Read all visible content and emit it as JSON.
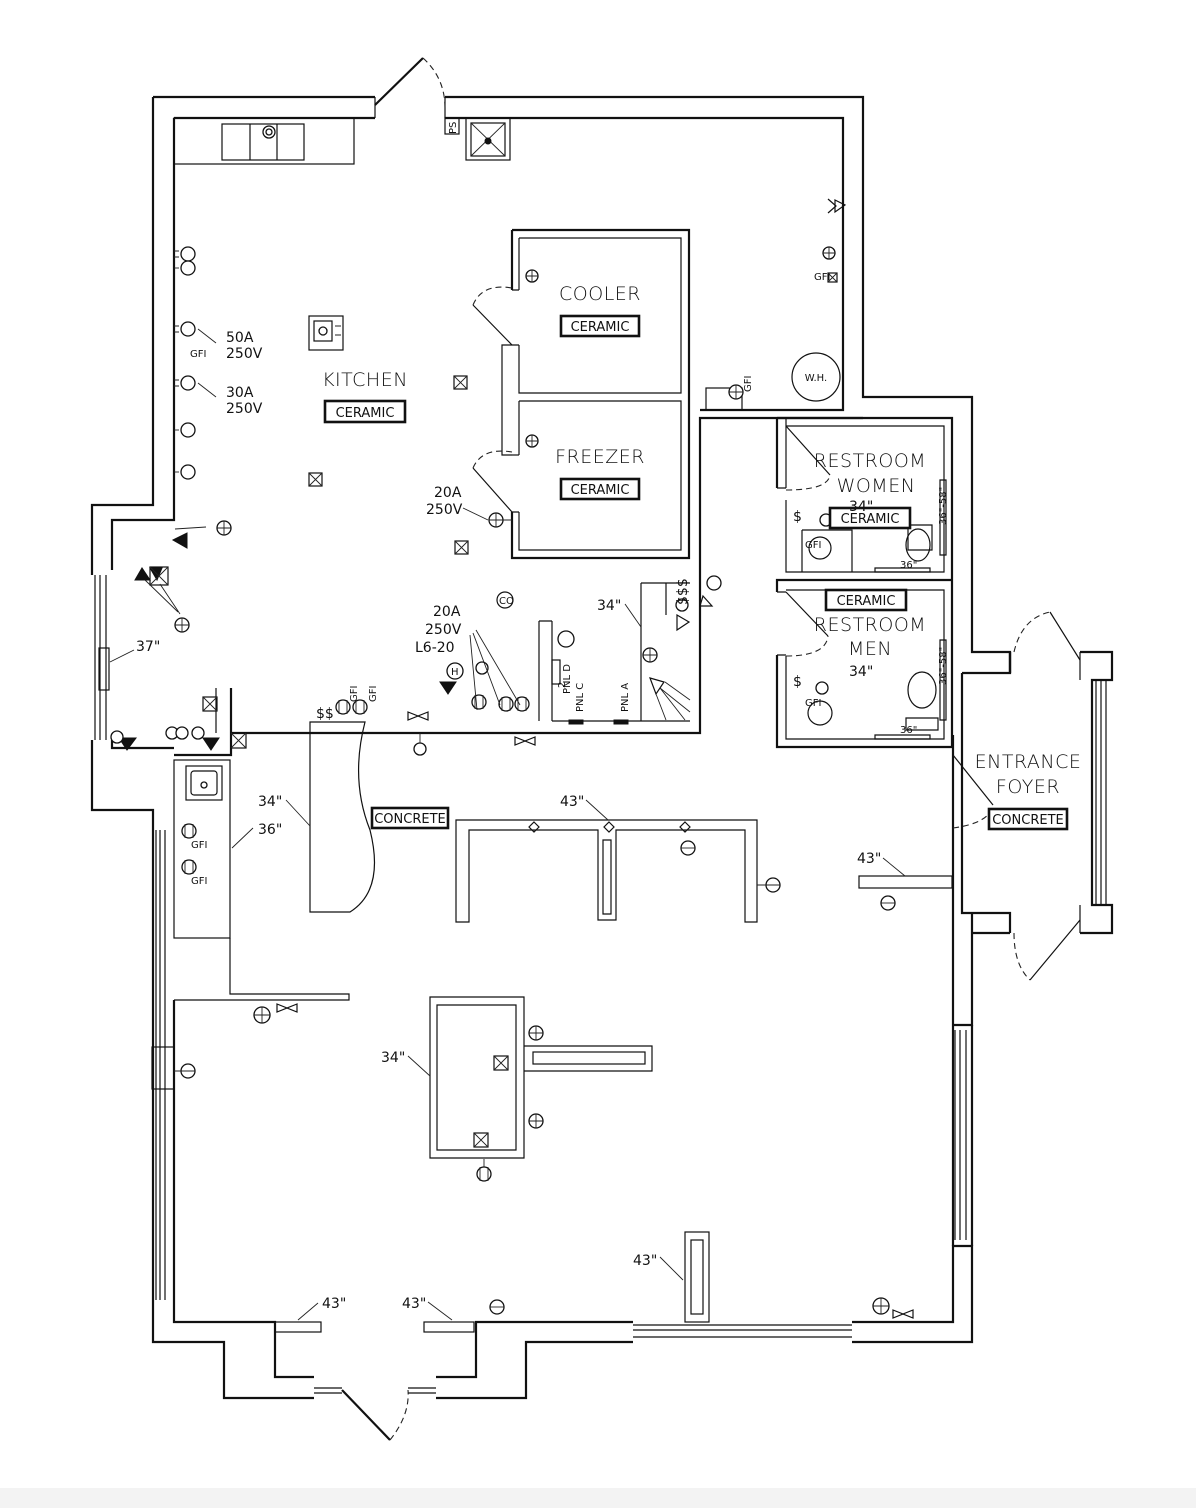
{
  "rooms": {
    "kitchen": "KITCHEN",
    "cooler": "COOLER",
    "freezer": "FREEZER",
    "restroom_women_1": "RESTROOM",
    "restroom_women_2": "WOMEN",
    "restroom_men_1": "RESTROOM",
    "restroom_men_2": "MEN",
    "entrance_1": "ENTRANCE",
    "entrance_2": "FOYER"
  },
  "finishes": {
    "kitchen": "CERAMIC",
    "cooler": "CERAMIC",
    "freezer": "CERAMIC",
    "women": "CERAMIC",
    "men": "CERAMIC",
    "dining": "CONCRETE",
    "foyer": "CONCRETE"
  },
  "electrical": {
    "k50a": "50A",
    "k50v": "250V",
    "k30a": "30A",
    "k30v": "250V",
    "f20a": "20A",
    "f20v": "250V",
    "p20a": "20A",
    "p20v": "250V",
    "p_l620": "L6-20",
    "gfi": "GFI",
    "pnl_d": "PNL D",
    "pnl_c": "PNL C",
    "pnl_a": "PNL A",
    "pnl_2": "2",
    "wh": "W.H.",
    "ps": "PS",
    "co": "CO",
    "sw": "$",
    "sw_multi": "$$",
    "sw_stack": "$$$",
    "h": "H"
  },
  "dimensions": {
    "d37": "37\"",
    "d34_panel": "34\"",
    "d34_counter": "34\"",
    "d36": "36\"",
    "d43_counter": "43\"",
    "d43_right": "43\"",
    "d34_island": "34\"",
    "d43_bottom_left": "43\"",
    "d43_bottom_mid": "43\"",
    "d43_display": "43\"",
    "d34_women": "34\"",
    "d34_men": "34\"",
    "d36_women": "36\"",
    "d36_men": "36\"",
    "grab_women": "36\"-58\"",
    "grab_men": "36\"-58\""
  }
}
